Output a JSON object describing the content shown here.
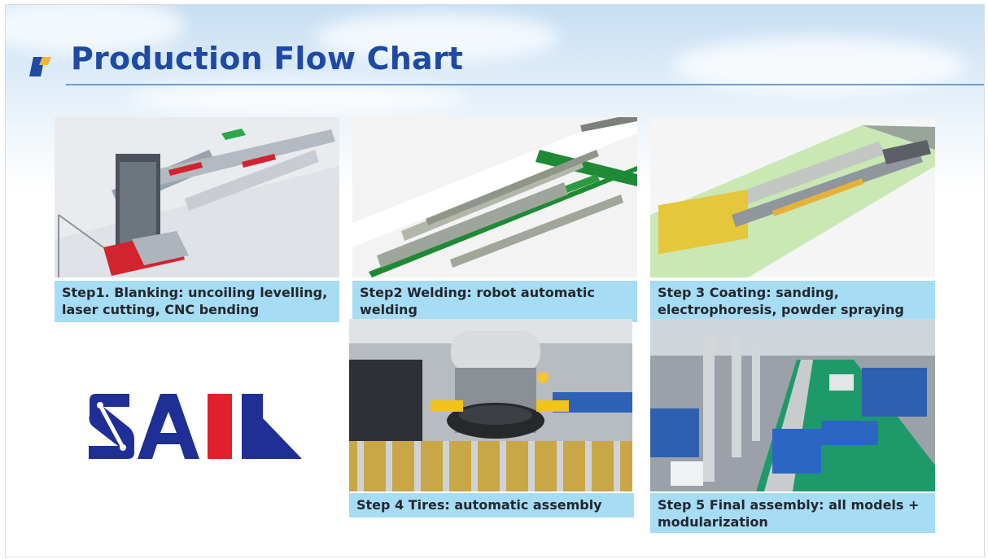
{
  "slide": {
    "title": "Production Flow Chart"
  },
  "steps": [
    {
      "caption": "Step1. Blanking: uncoiling levelling, laser cutting, CNC bending",
      "image": "blanking-line-3d-render"
    },
    {
      "caption": "Step2 Welding: robot automatic welding",
      "image": "welding-line-3d-render"
    },
    {
      "caption": "Step 3 Coating: sanding, electrophoresis, powder spraying",
      "image": "coating-line-3d-render"
    },
    {
      "caption": "Step 4 Tires: automatic assembly",
      "image": "tire-assembly-photo"
    },
    {
      "caption": "Step 5 Final assembly: all models + modularization",
      "image": "final-assembly-hall-photo"
    }
  ],
  "logo": {
    "text": "SAIL",
    "colors": {
      "blue": "#1f2f96",
      "red": "#e0202a"
    }
  },
  "colors": {
    "title": "#1f4aa3",
    "caption_bg": "#a7dcf5",
    "rule": "#6a9fd2"
  }
}
